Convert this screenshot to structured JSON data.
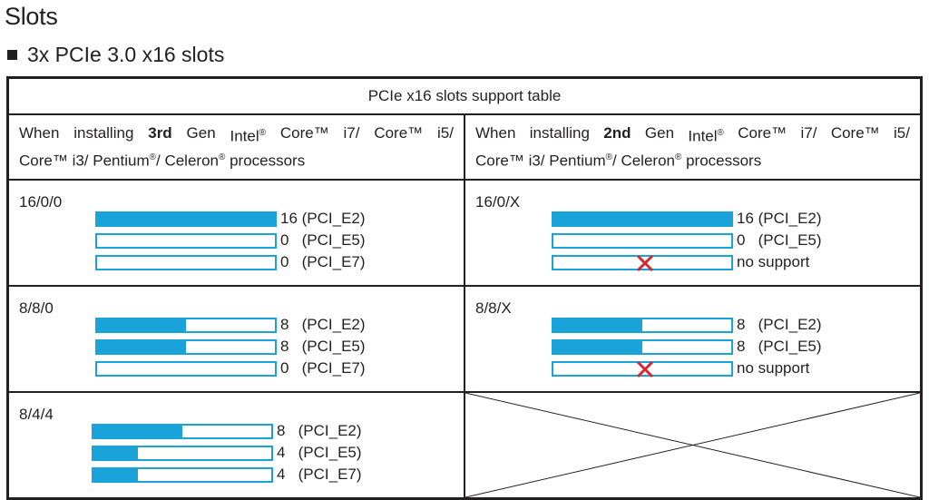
{
  "page": {
    "title": "Slots",
    "subtitle": "3x PCIe 3.0 x16 slots"
  },
  "table": {
    "caption": "PCIe x16 slots support table",
    "columns": [
      {
        "line1_words": [
          "When",
          "installing",
          "3rd",
          "Gen",
          "Intel®",
          "Core™",
          "i7/",
          "Core™",
          "i5/"
        ],
        "line2": "Core™ i3/ Pentium®/ Celeron® processors"
      },
      {
        "line1_words": [
          "When",
          "installing",
          "2nd",
          "Gen",
          "Intel®",
          "Core™",
          "i7/",
          "Core™",
          "i5/"
        ],
        "line2": "Core™ i3/ Pentium®/ Celeron® processors"
      }
    ],
    "rows": [
      [
        {
          "config": "16/0/0",
          "slots": [
            {
              "fill": 1.0,
              "text": "16 (PCI_E2)"
            },
            {
              "fill": 0.0,
              "text": "0   (PCI_E5)"
            },
            {
              "fill": 0.0,
              "text": "0   (PCI_E7)"
            }
          ]
        },
        {
          "config": "16/0/X",
          "slots": [
            {
              "fill": 1.0,
              "text": "16 (PCI_E2)"
            },
            {
              "fill": 0.0,
              "text": "0   (PCI_E5)"
            },
            {
              "fill": 0.0,
              "text": "no support",
              "unsupported": true
            }
          ]
        }
      ],
      [
        {
          "config": "8/8/0",
          "slots": [
            {
              "fill": 0.5,
              "text": "8   (PCI_E2)"
            },
            {
              "fill": 0.5,
              "text": "8   (PCI_E5)"
            },
            {
              "fill": 0.0,
              "text": "0   (PCI_E7)"
            }
          ]
        },
        {
          "config": "8/8/X",
          "slots": [
            {
              "fill": 0.5,
              "text": "8   (PCI_E2)"
            },
            {
              "fill": 0.5,
              "text": "8   (PCI_E5)"
            },
            {
              "fill": 0.0,
              "text": "no support",
              "unsupported": true
            }
          ]
        }
      ],
      [
        {
          "config": "8/4/4",
          "slots": [
            {
              "fill": 0.5,
              "text": "8   (PCI_E2)"
            },
            {
              "fill": 0.25,
              "text": "4   (PCI_E5)"
            },
            {
              "fill": 0.25,
              "text": "4   (PCI_E7)"
            }
          ]
        },
        null
      ]
    ]
  },
  "colors": {
    "bar": "#1aa3d8",
    "cross": "#d7262e",
    "text": "#231f20"
  },
  "icons": {
    "unsupported": "red-x-icon",
    "bullet": "square-bullet-icon"
  }
}
